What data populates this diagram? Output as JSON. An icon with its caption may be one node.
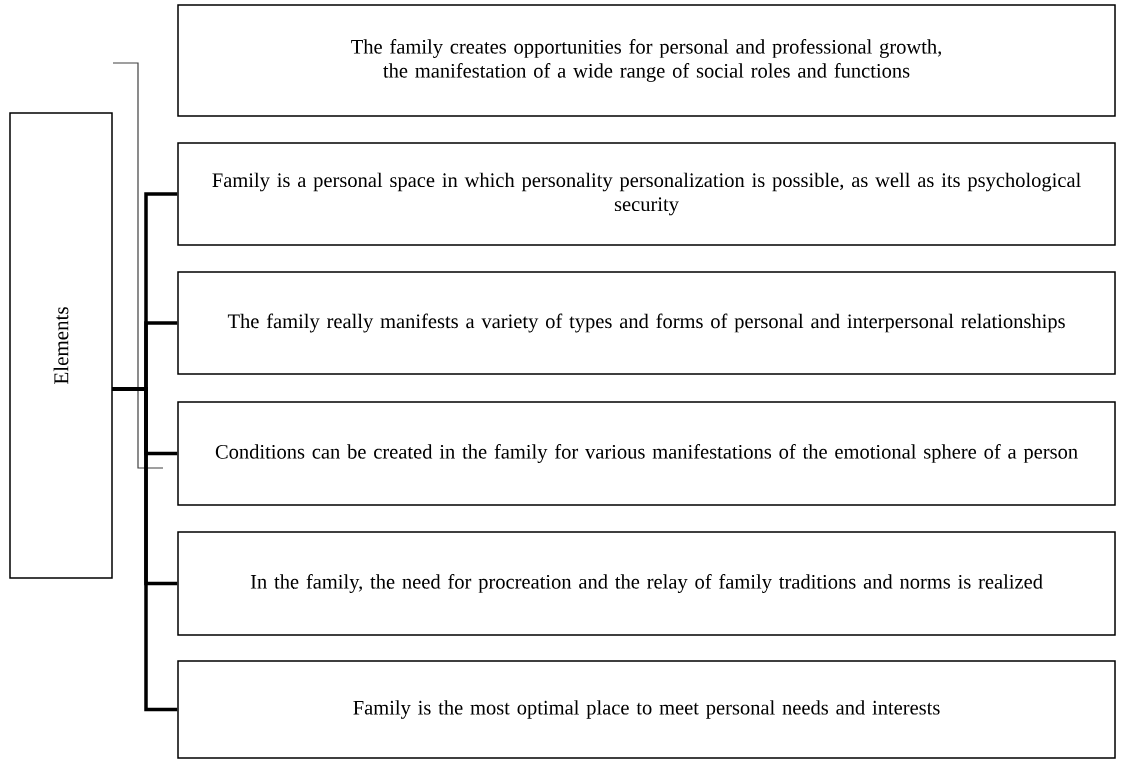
{
  "diagram": {
    "nodes": [
      {
        "text": [
          "Elements"
        ]
      },
      {
        "text": [
          "The family creates opportunities for personal and professional growth, the manifestation of a wide range of social roles and functions"
        ]
      },
      {
        "text": [
          "Family is a personal space in which personality personalization is possible, as well as its psychological security"
        ]
      },
      {
        "text": [
          "The family really manifests a variety of types and forms of personal and interpersonal relationships"
        ]
      },
      {
        "text": [
          "Conditions can be created in the family for various manifestations of the emotional sphere of a person"
        ]
      },
      {
        "text": [
          "In the family, the need for procreation and the relay of family traditions and norms is realized"
        ]
      },
      {
        "text": [
          "Family is the most optimal place to meet personal needs and interests"
        ]
      }
    ],
    "edges": [
      {
        "from": 0,
        "to": 2,
        "arrow": "none"
      },
      {
        "from": 0,
        "to": 3,
        "arrow": "none"
      },
      {
        "from": 0,
        "to": 4,
        "arrow": "none"
      },
      {
        "from": 0,
        "to": 5,
        "arrow": "none"
      },
      {
        "from": 0,
        "to": 6,
        "arrow": "none"
      }
    ]
  }
}
